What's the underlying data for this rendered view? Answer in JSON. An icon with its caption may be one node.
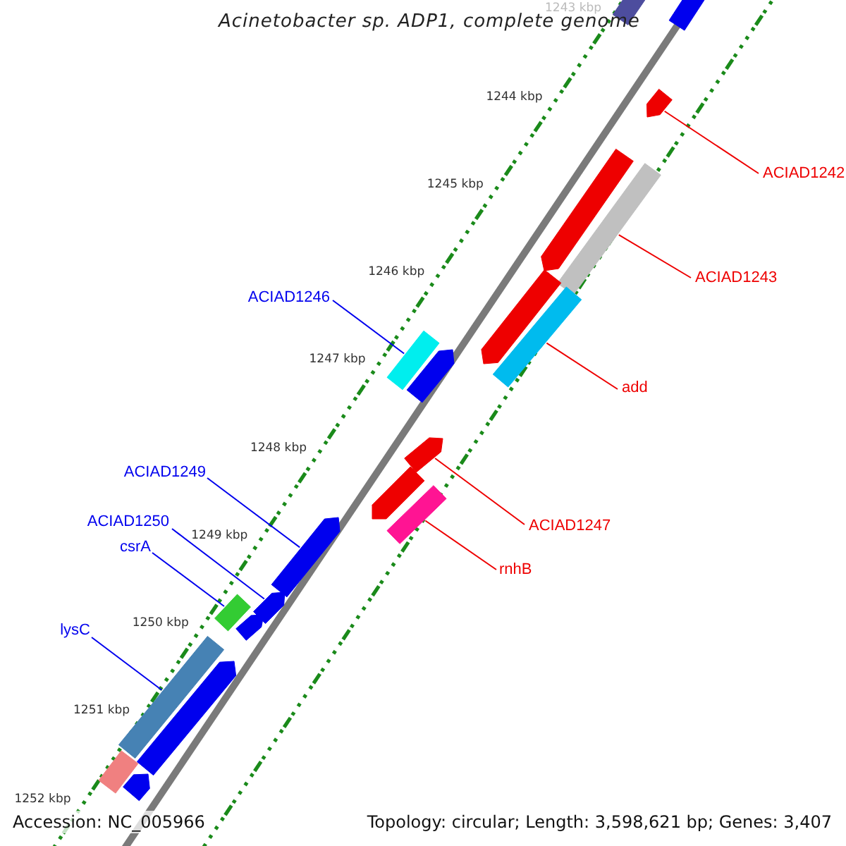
{
  "diagram": {
    "title": "Acinetobacter sp. ADP1, complete genome",
    "nodes": [
      {
        "text": [],
        "shape": "arrow"
      },
      {
        "text": [],
        "shape": "arrow"
      },
      {
        "text": [],
        "shape": "arrow"
      },
      {
        "text": [
          "ACIAD1242"
        ]
      },
      {
        "text": [],
        "shape": "arrow"
      },
      {
        "text": [],
        "shape": "bar"
      },
      {
        "text": [
          "ACIAD1243"
        ]
      },
      {
        "text": [
          "ACIAD1246"
        ]
      },
      {
        "text": [],
        "shape": "arrow"
      },
      {
        "text": [],
        "shape": "bar"
      },
      {
        "text": [],
        "shape": "bar"
      },
      {
        "text": [],
        "shape": "arrow"
      },
      {
        "text": [
          "add"
        ]
      },
      {
        "text": [],
        "shape": "arrow"
      },
      {
        "text": [],
        "shape": "arrow"
      },
      {
        "text": [
          "ACIAD1249"
        ]
      },
      {
        "text": [],
        "shape": "bar"
      },
      {
        "text": [
          "ACIAD1250"
        ]
      },
      {
        "text": [
          "ACIAD1247"
        ]
      },
      {
        "text": [],
        "shape": "arrow"
      },
      {
        "text": [
          "csrA"
        ]
      },
      {
        "text": [
          "rnhB"
        ]
      },
      {
        "text": [],
        "shape": "arrow"
      },
      {
        "text": [],
        "shape": "bar"
      },
      {
        "text": [],
        "shape": "arrow"
      },
      {
        "text": [
          "lysC"
        ]
      },
      {
        "text": [],
        "shape": "bar"
      },
      {
        "text": [],
        "shape": "arrow"
      },
      {
        "text": [],
        "shape": "bar"
      },
      {
        "text": [],
        "shape": "arrow"
      }
    ],
    "edges": [
      {
        "from": 3,
        "to": 2,
        "arrow": "none",
        "color": "#ee0000"
      },
      {
        "from": 6,
        "to": 5,
        "arrow": "none",
        "color": "#ee0000"
      },
      {
        "from": 7,
        "to": 10,
        "arrow": "none",
        "color": "#0000ee"
      },
      {
        "from": 12,
        "to": 9,
        "arrow": "none",
        "color": "#ee0000"
      },
      {
        "from": 18,
        "to": 13,
        "arrow": "none",
        "color": "#ee0000"
      },
      {
        "from": 21,
        "to": 16,
        "arrow": "none",
        "color": "#ee0000"
      },
      {
        "from": 15,
        "to": 19,
        "arrow": "none",
        "color": "#0000ee"
      },
      {
        "from": 17,
        "to": 22,
        "arrow": "none",
        "color": "#0000ee"
      },
      {
        "from": 20,
        "to": 23,
        "arrow": "none",
        "color": "#0000ee"
      },
      {
        "from": 25,
        "to": 26,
        "arrow": "none",
        "color": "#0000ee"
      }
    ],
    "labels": [
      "1243 kbp",
      "1244 kbp",
      "1245 kbp",
      "1246 kbp",
      "1247 kbp",
      "1248 kbp",
      "1249 kbp",
      "1250 kbp",
      "1251 kbp",
      "1252 kbp",
      "Accession: NC_005966",
      "Topology: circular; Length: 3,598,621 bp; Genes: 3,407"
    ]
  }
}
